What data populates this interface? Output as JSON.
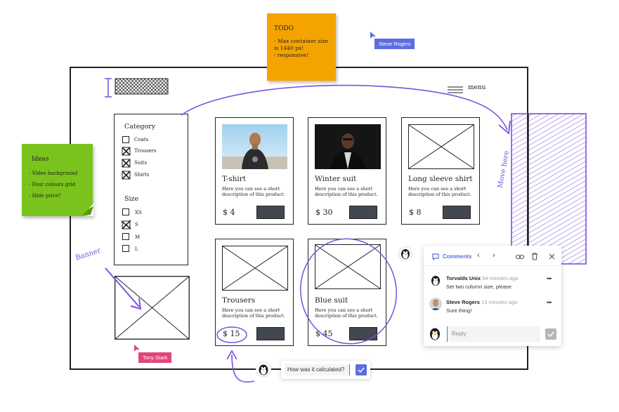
{
  "todo_note": {
    "title": "TODO",
    "items": [
      "- Max container size is 1440 px!",
      "- responsive!"
    ]
  },
  "ideas_note": {
    "title": "Ideas",
    "items": [
      "- Video background",
      "- Four colours grid",
      "- Hide price?"
    ]
  },
  "cursors": [
    {
      "name": "Steve Rogers",
      "color": "#5b6ee1"
    },
    {
      "name": "Tony Stark",
      "color": "#e0467c"
    }
  ],
  "header": {
    "menu_label": "menu"
  },
  "filters": {
    "category_label": "Category",
    "categories": [
      {
        "label": "Coats",
        "checked": false
      },
      {
        "label": "Trousers",
        "checked": true
      },
      {
        "label": "Suits",
        "checked": true
      },
      {
        "label": "Shirts",
        "checked": true
      }
    ],
    "size_label": "Size",
    "sizes": [
      {
        "label": "XS",
        "checked": false
      },
      {
        "label": "S",
        "checked": true
      },
      {
        "label": "M",
        "checked": false
      },
      {
        "label": "L",
        "checked": false
      }
    ]
  },
  "products": [
    {
      "title": "T-shirt",
      "description": "Here you can see a short description of this product.",
      "price": "$ 4",
      "image": "photo"
    },
    {
      "title": "Winter suit",
      "description": "Here you can see a short description of this product.",
      "price": "$ 30",
      "image": "photo"
    },
    {
      "title": "Long sleeve shirt",
      "description": "Here you can see a short description of this product.",
      "price": "$ 8",
      "image": "placeholder"
    },
    {
      "title": "Trousers",
      "description": "Here you can see a short description of this product.",
      "price": "$ 15",
      "image": "placeholder"
    },
    {
      "title": "Blue suit",
      "description": "Here you can see a short description of this product.",
      "price": "$ 45",
      "image": "placeholder"
    }
  ],
  "annotations": {
    "banner": "Banner",
    "move_here": "Move here"
  },
  "comments_panel": {
    "title": "Comments",
    "comments": [
      {
        "author": "Torvalds Unix",
        "time": "54 minutes ago",
        "text": "Set two column size, please"
      },
      {
        "author": "Steve Rogers",
        "time": "13 minutes ago",
        "text": "Sure thing!"
      }
    ],
    "reply_placeholder": "Reply"
  },
  "bottom_comment": {
    "text": "How was it calculated?"
  },
  "colors": {
    "accent": "#7b4fe0",
    "sticky_orange": "#f5a300",
    "sticky_green": "#7ac31c",
    "button_dark": "#434750",
    "submit_blue": "#5b6ee1"
  }
}
